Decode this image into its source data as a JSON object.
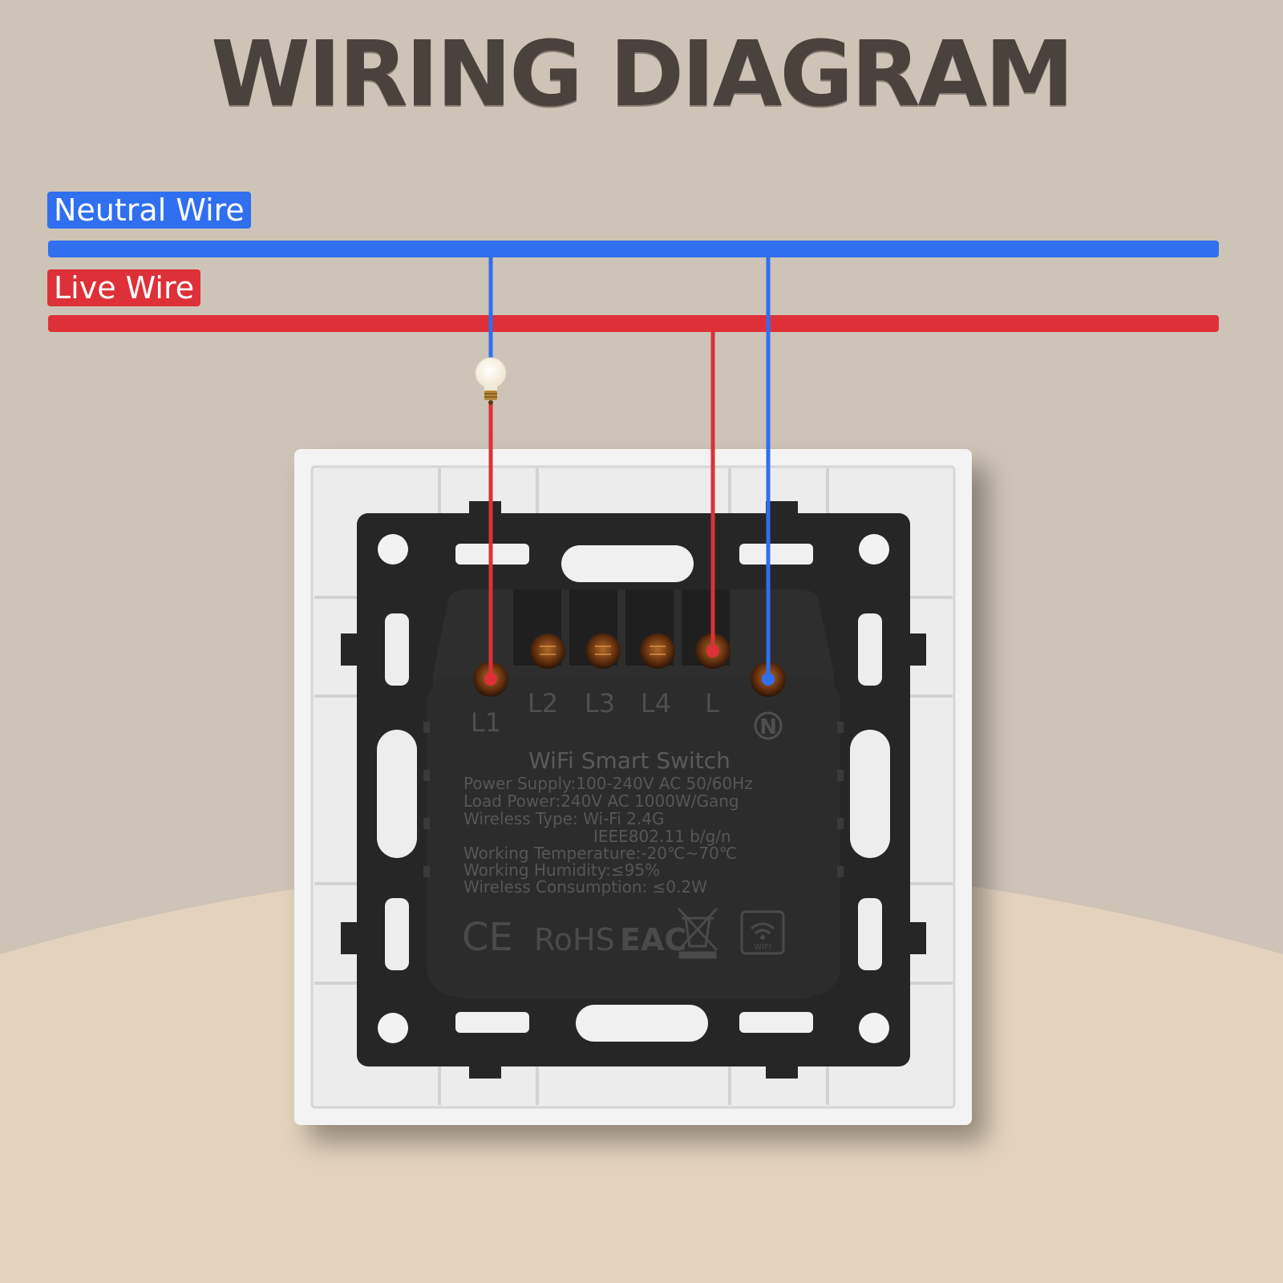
{
  "title": "WIRING DIAGRAM",
  "legend": {
    "neutral": "Neutral Wire",
    "live": "Live Wire"
  },
  "colors": {
    "neutral": "#2f6ff0",
    "live": "#de3038",
    "background": "#cdc3b6",
    "floor": "#e3d3bd",
    "frame": "#f4f4f4",
    "module": "#2a2a2a",
    "module_text": "#5a5a5a"
  },
  "terminals": [
    "L1",
    "L2",
    "L3",
    "L4",
    "L",
    "N"
  ],
  "module": {
    "name": "WiFi Smart Switch",
    "specs": [
      "Power Supply:100-240V AC 50/60Hz",
      "Load Power:240V AC 1000W/Gang",
      "Wireless Type: Wi-Fi 2.4G",
      "IEEE802.11 b/g/n",
      "Working Temperature:-20℃~70℃",
      "Working Humidity:≤95%",
      "Wireless Consumption: ≤0.2W"
    ],
    "certifications": [
      "CE",
      "RoHS",
      "EAC"
    ],
    "wifi_badge": "WIFI"
  },
  "icons": [
    "light-bulb-icon",
    "weee-bin-icon",
    "wifi-icon"
  ]
}
